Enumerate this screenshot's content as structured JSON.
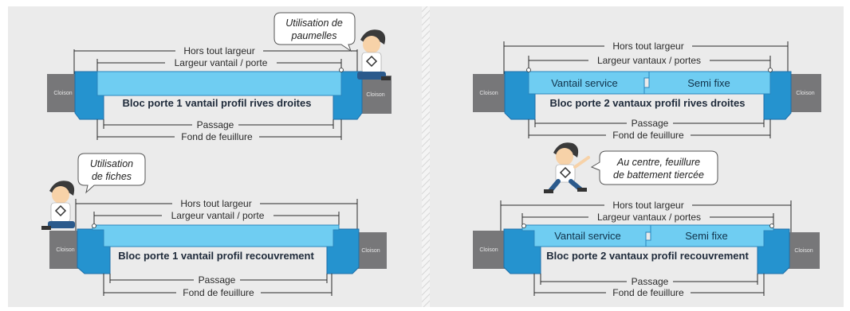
{
  "colors": {
    "panel_bg": "#ebebeb",
    "leaf_fill": "#6fcdf2",
    "frame_fill": "#2593cf",
    "frame_dark": "#1f6fa8",
    "wall_fill": "#777779",
    "divider": "#d0d0d0"
  },
  "panels": {
    "p1": {
      "title": "Bloc porte 1 vantail profil rives droites",
      "hors_tout": "Hors tout largeur",
      "largeur": "Largeur vantail / porte",
      "passage": "Passage",
      "fond": "Fond de feuillure",
      "cloison_left": "Cloison",
      "cloison_right": "Cloison",
      "bubble": [
        "Utilisation de",
        "paumelles"
      ]
    },
    "p2": {
      "title": "Bloc porte 2 vantaux profil rives droites",
      "hors_tout": "Hors tout largeur",
      "largeur": "Largeur vantaux / portes",
      "passage": "Passage",
      "fond": "Fond de feuillure",
      "cloison_left": "Cloison",
      "cloison_right": "Cloison",
      "leaf_left": "Vantail service",
      "leaf_right": "Semi fixe",
      "bubble": [
        "Au centre, feuillure",
        "de battement tiercée"
      ]
    },
    "p3": {
      "title": "Bloc porte 1 vantail profil recouvrement",
      "hors_tout": "Hors tout largeur",
      "largeur": "Largeur vantail / porte",
      "passage": "Passage",
      "fond": "Fond de feuillure",
      "cloison_left": "Cloison",
      "cloison_right": "Cloison",
      "bubble": [
        "Utilisation",
        "de fiches"
      ]
    },
    "p4": {
      "title": "Bloc porte 2 vantaux profil recouvrement",
      "hors_tout": "Hors tout largeur",
      "largeur": "Largeur vantaux / portes",
      "passage": "Passage",
      "fond": "Fond de feuillure",
      "cloison_left": "Cloison",
      "cloison_right": "Cloison",
      "leaf_left": "Vantail service",
      "leaf_right": "Semi fixe"
    }
  }
}
